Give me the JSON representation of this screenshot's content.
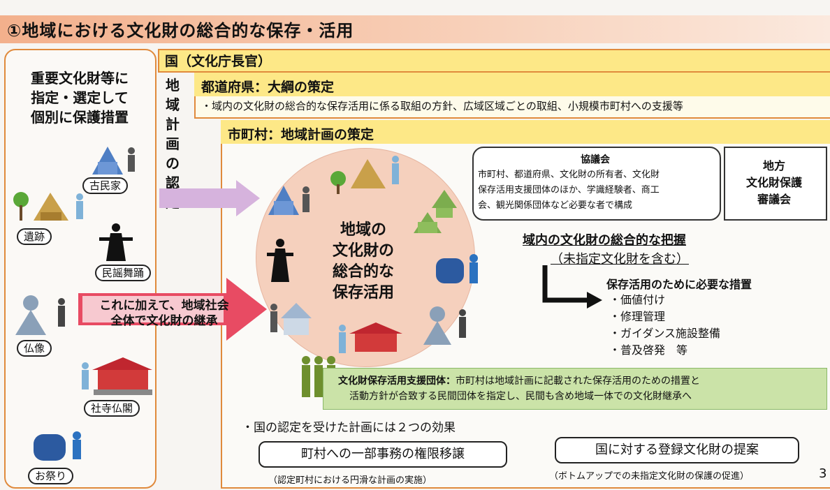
{
  "title": "①地域における文化財の総合的な保存・活用",
  "left": {
    "heading": [
      "重要文化財等に",
      "指定・選定して",
      "個別に保護措置"
    ],
    "labels": {
      "kominka": "古民家",
      "iseki": "遺跡",
      "minyo": "民謡舞踊",
      "butsuzo": "仏像",
      "shaji": "社寺仏閣",
      "omatsuri": "お祭り"
    }
  },
  "kuni": "国（文化庁長官）",
  "vertical_label": [
    "地",
    "域",
    "計",
    "画",
    "の",
    "認",
    "定"
  ],
  "prefecture": {
    "title": "都道府県：大綱の策定",
    "desc": "・域内の文化財の総合的な保存活用に係る取組の方針、広域区域ごとの取組、小規模市町村への支援等"
  },
  "municipality": {
    "title": "市町村：地域計画の策定"
  },
  "circle_text": [
    "地域の",
    "文化財の",
    "総合的な",
    "保存活用"
  ],
  "red_arrow_text": [
    "これに加えて、地域社会",
    "全体で文化財の継承"
  ],
  "council": {
    "title": "協議会",
    "desc": [
      "市町村、都道府県、文化財の所有者、文化財",
      "保存活用支援団体のほか、学識経験者、商工",
      "会、観光関係団体など必要な者で構成"
    ]
  },
  "shingikai": [
    "地方",
    "文化財保護",
    "審議会"
  ],
  "grasp": {
    "title": "域内の文化財の総合的な把握",
    "sub": "（未指定文化財を含む）"
  },
  "measures": {
    "title": "保存活用のために必要な措置",
    "items": [
      "・価値付け",
      "・修理管理",
      "・ガイダンス施設整備",
      "・普及啓発　等"
    ]
  },
  "support": {
    "bold": "文化財保存活用支援団体：",
    "text1": "市町村は地域計画に記載された保存活用のための措置と",
    "text2": "活動方針が合致する民間団体を指定し、民間も含め地域一体での文化財継承へ"
  },
  "effects": {
    "lead": "・国の認定を受けた計画には２つの効果",
    "box1": "町村への一部事務の権限移譲",
    "sub1": "（認定町村における円滑な計画の実施）",
    "box2": "国に対する登録文化財の提案",
    "sub2": "（ボトムアップでの未指定文化財の保護の促進）"
  },
  "page_number": "3",
  "colors": {
    "accent_orange": "#e08a3c",
    "header_yellow": "#fde887",
    "circle_pink": "#f5d0bd",
    "support_green": "#cbe3a8",
    "arrow_red": "#e84b63",
    "arrow_lavender": "#d6b3dd"
  }
}
